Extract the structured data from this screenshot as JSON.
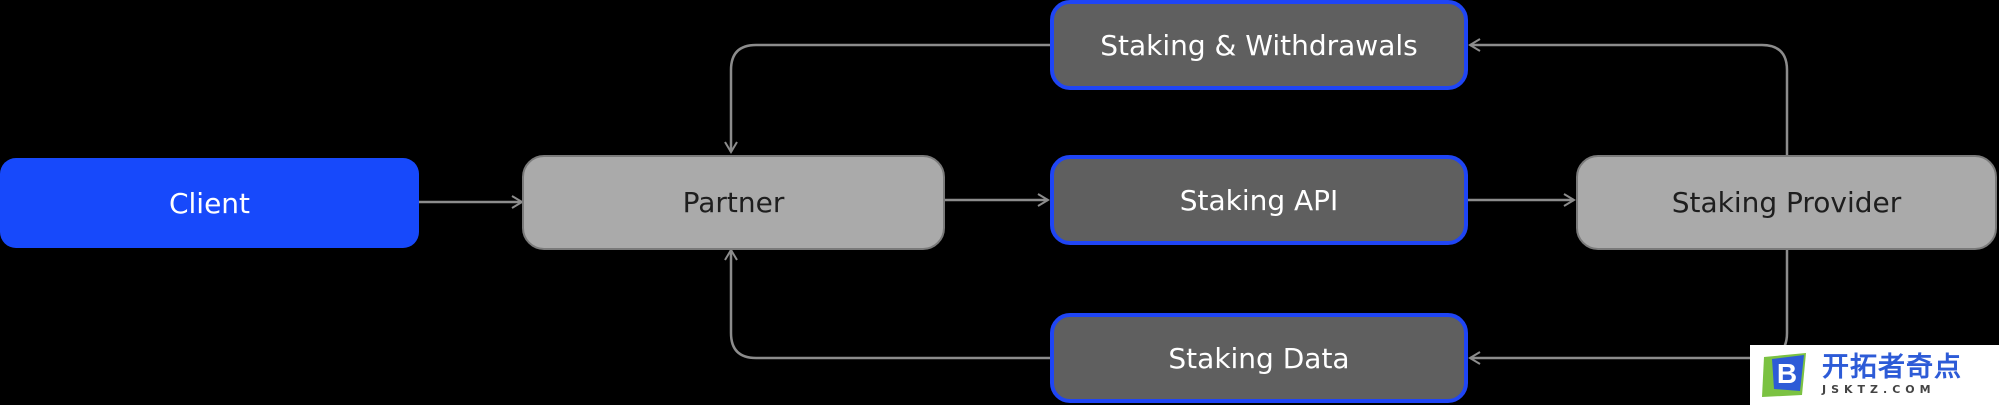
{
  "nodes": {
    "client": "Client",
    "partner": "Partner",
    "staking_withdrawals": "Staking & Withdrawals",
    "staking_api": "Staking API",
    "staking_data": "Staking Data",
    "staking_provider": "Staking Provider"
  },
  "watermark": {
    "logo_letter": "B",
    "title": "开拓者奇点",
    "url": "JSKTZ.COM"
  },
  "colors": {
    "client": "#1749fb",
    "partner": "#aaaaaa",
    "staking_box": "#5f5f5f",
    "staking_border": "#1f45f5",
    "arrow": "#8c8c8c"
  }
}
